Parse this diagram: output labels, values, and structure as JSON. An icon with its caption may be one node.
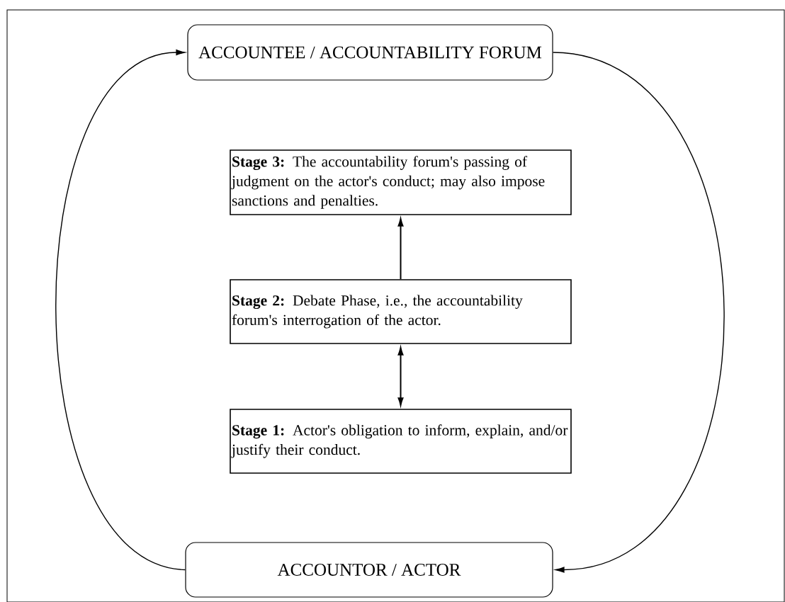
{
  "diagram": {
    "nodes": [
      {
        "text": [
          "ACCOUNTEE / ACCOUNTABILITY FORUM"
        ]
      },
      {
        "text": [
          "**Stage 3:** The accountability forum's passing of judgment on the actor's conduct; may also impose sanctions and penalties."
        ]
      },
      {
        "text": [
          "**Stage 2:** Debate Phase, i.e., the accountability forum's interrogation of the actor."
        ]
      },
      {
        "text": [
          "**Stage 1:** Actor's obligation to inform, explain, and/or justify their conduct."
        ]
      },
      {
        "text": [
          "ACCOUNTOR / ACTOR"
        ]
      }
    ],
    "edges": [
      {
        "from": 4,
        "to": 0,
        "arrow": "to"
      },
      {
        "from": 0,
        "to": 4,
        "arrow": "to"
      },
      {
        "from": 2,
        "to": 1,
        "arrow": "to"
      },
      {
        "from": 3,
        "to": 2,
        "arrow": "both"
      }
    ]
  }
}
